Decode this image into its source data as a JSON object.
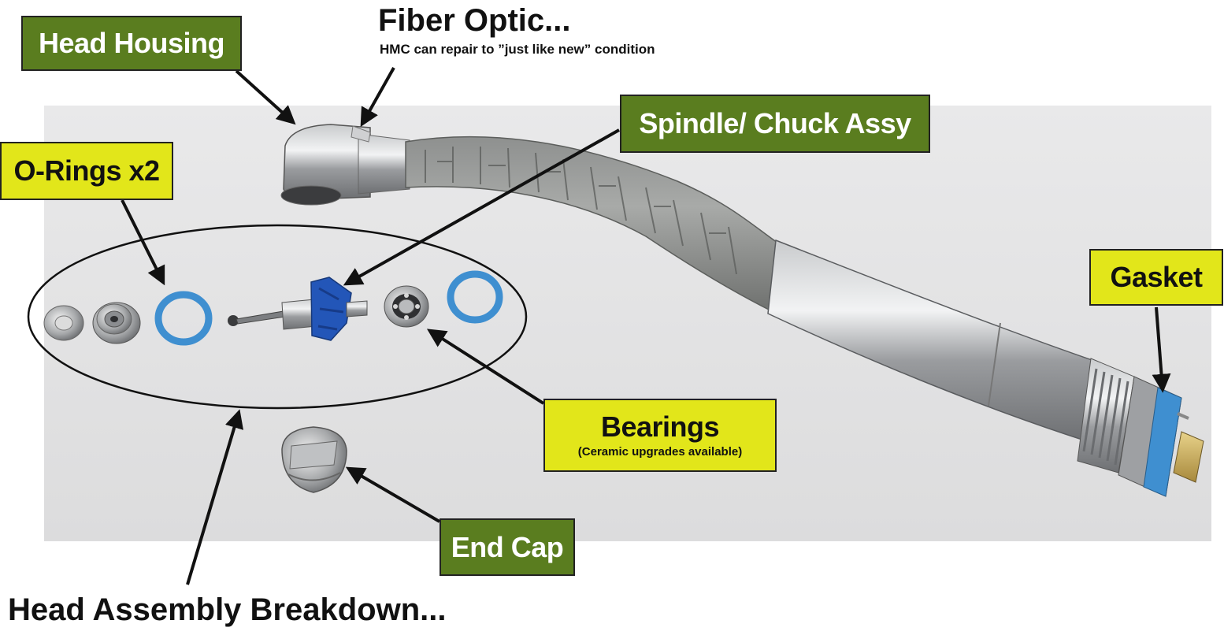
{
  "labels": {
    "head_housing": "Head Housing",
    "fiber_optic_title": "Fiber Optic...",
    "fiber_optic_note": "HMC can repair to ”just like new” condition",
    "spindle": "Spindle/ Chuck Assy",
    "o_rings": "O-Rings x2",
    "gasket": "Gasket",
    "bearings": "Bearings",
    "bearings_note": "(Ceramic upgrades available)",
    "end_cap": "End Cap",
    "head_assembly": "Head Assembly Breakdown..."
  },
  "colors": {
    "green_label": "#5a7d1f",
    "yellow_label": "#e2e61a",
    "o_ring_blue": "#3f8fd0",
    "impeller_blue": "#2356b8",
    "steel": "#a9abad"
  }
}
